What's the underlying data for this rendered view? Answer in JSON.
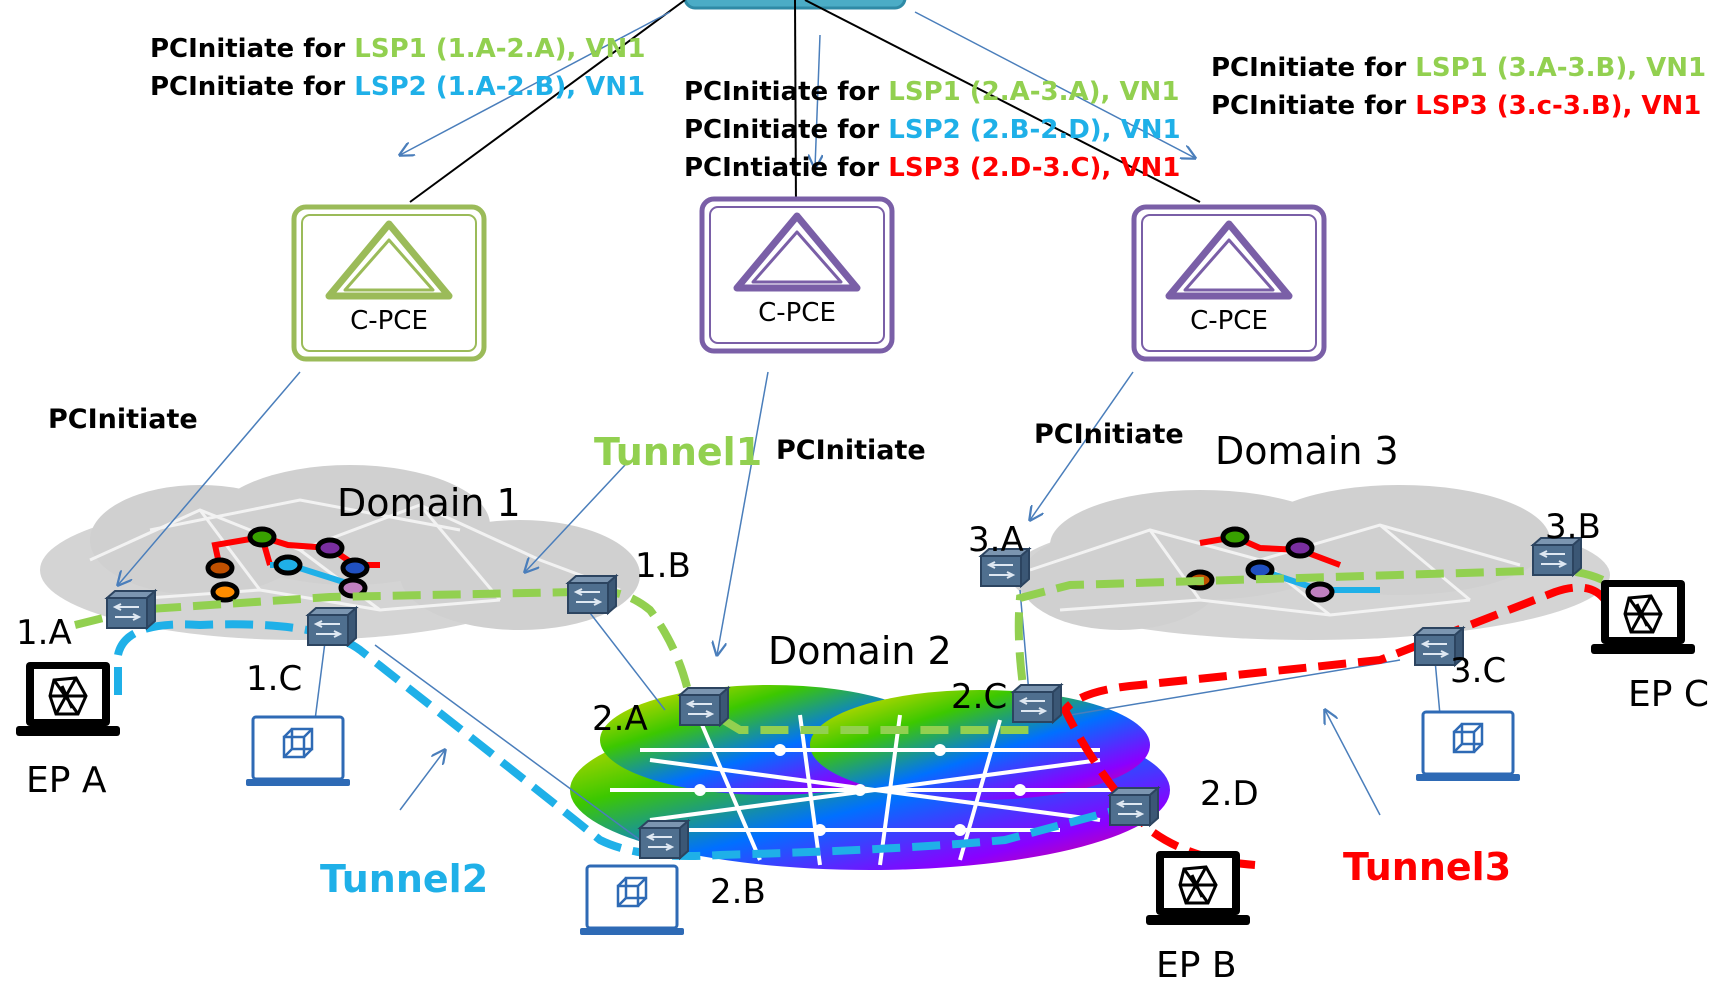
{
  "colors": {
    "green": "#92d050",
    "blue": "#1fb0e8",
    "red": "#ff0000",
    "purple": "#7a5fa7",
    "pce_green": "#9bbb59",
    "arrow": "#4a7ebb",
    "cloud": "#c8c8c8",
    "black": "#000000"
  },
  "pce_boxes": [
    {
      "label": "C-PCE",
      "color": "green"
    },
    {
      "label": "C-PCE",
      "color": "purple"
    },
    {
      "label": "C-PCE",
      "color": "purple"
    }
  ],
  "left_messages": [
    {
      "prefix": "PCInitiate for ",
      "lsp": "LSP1 (1.A-2.A), VN1",
      "color": "green"
    },
    {
      "prefix": "PCInitiate for ",
      "lsp": "LSP2 (1.A-2.B), VN1",
      "color": "blue"
    }
  ],
  "middle_messages": [
    {
      "prefix": "PCInitiate for ",
      "lsp": "LSP1 (2.A-3.A), VN1",
      "color": "green"
    },
    {
      "prefix": "PCInitiate for ",
      "lsp": "LSP2 (2.B-2.D), VN1",
      "color": "blue"
    },
    {
      "prefix": "PCIntiatie for ",
      "lsp": "LSP3 (2.D-3.C), VN1",
      "color": "red"
    }
  ],
  "right_messages": [
    {
      "prefix": "PCInitiate for ",
      "lsp": "LSP1 (3.A-3.B), VN1",
      "color": "green"
    },
    {
      "prefix": "PCInitiate for ",
      "lsp": "LSP3 (3.c-3.B), VN1",
      "color": "red"
    }
  ],
  "pcinitiate_labels": [
    "PCInitiate",
    "PCInitiate",
    "PCInitiate"
  ],
  "domains": [
    "Domain 1",
    "Domain 2",
    "Domain 3"
  ],
  "nodes": [
    "1.A",
    "1.B",
    "1.C",
    "2.A",
    "2.B",
    "2.C",
    "2.D",
    "3.A",
    "3.B",
    "3.C"
  ],
  "endpoints": [
    "EP A",
    "EP B",
    "EP C"
  ],
  "tunnels": [
    {
      "label": "Tunnel1",
      "color": "green"
    },
    {
      "label": "Tunnel2",
      "color": "blue"
    },
    {
      "label": "Tunnel3",
      "color": "red"
    }
  ]
}
